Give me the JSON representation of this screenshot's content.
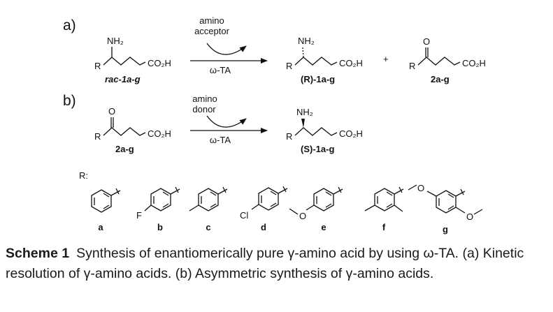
{
  "scheme": {
    "part_a_label": "a)",
    "part_b_label": "b)",
    "reaction_a": {
      "reagent_line1": "amino",
      "reagent_line2": "acceptor",
      "catalyst": "ω-TA",
      "substrate_label": "rac-1a-g",
      "product_label": "(R)-1a-g",
      "plus": "+",
      "byproduct_label": "2a-g"
    },
    "reaction_b": {
      "reagent_line1": "amino",
      "reagent_line2": "donor",
      "catalyst": "ω-TA",
      "substrate_label": "2a-g",
      "product_label": "(S)-1a-g"
    },
    "atoms": {
      "nh2": "NH₂",
      "co2h": "CO₂H",
      "r": "R",
      "o": "O",
      "f": "F",
      "cl": "Cl"
    },
    "r_header": "R:",
    "substituents": [
      "a",
      "b",
      "c",
      "d",
      "e",
      "f",
      "g"
    ]
  },
  "caption": {
    "title": "Scheme 1",
    "text": "Synthesis of enantiomerically pure γ-amino acid by using ω-TA. (a) Kinetic resolution of γ-amino acids. (b) Asymmetric synthesis of γ-amino acids."
  }
}
